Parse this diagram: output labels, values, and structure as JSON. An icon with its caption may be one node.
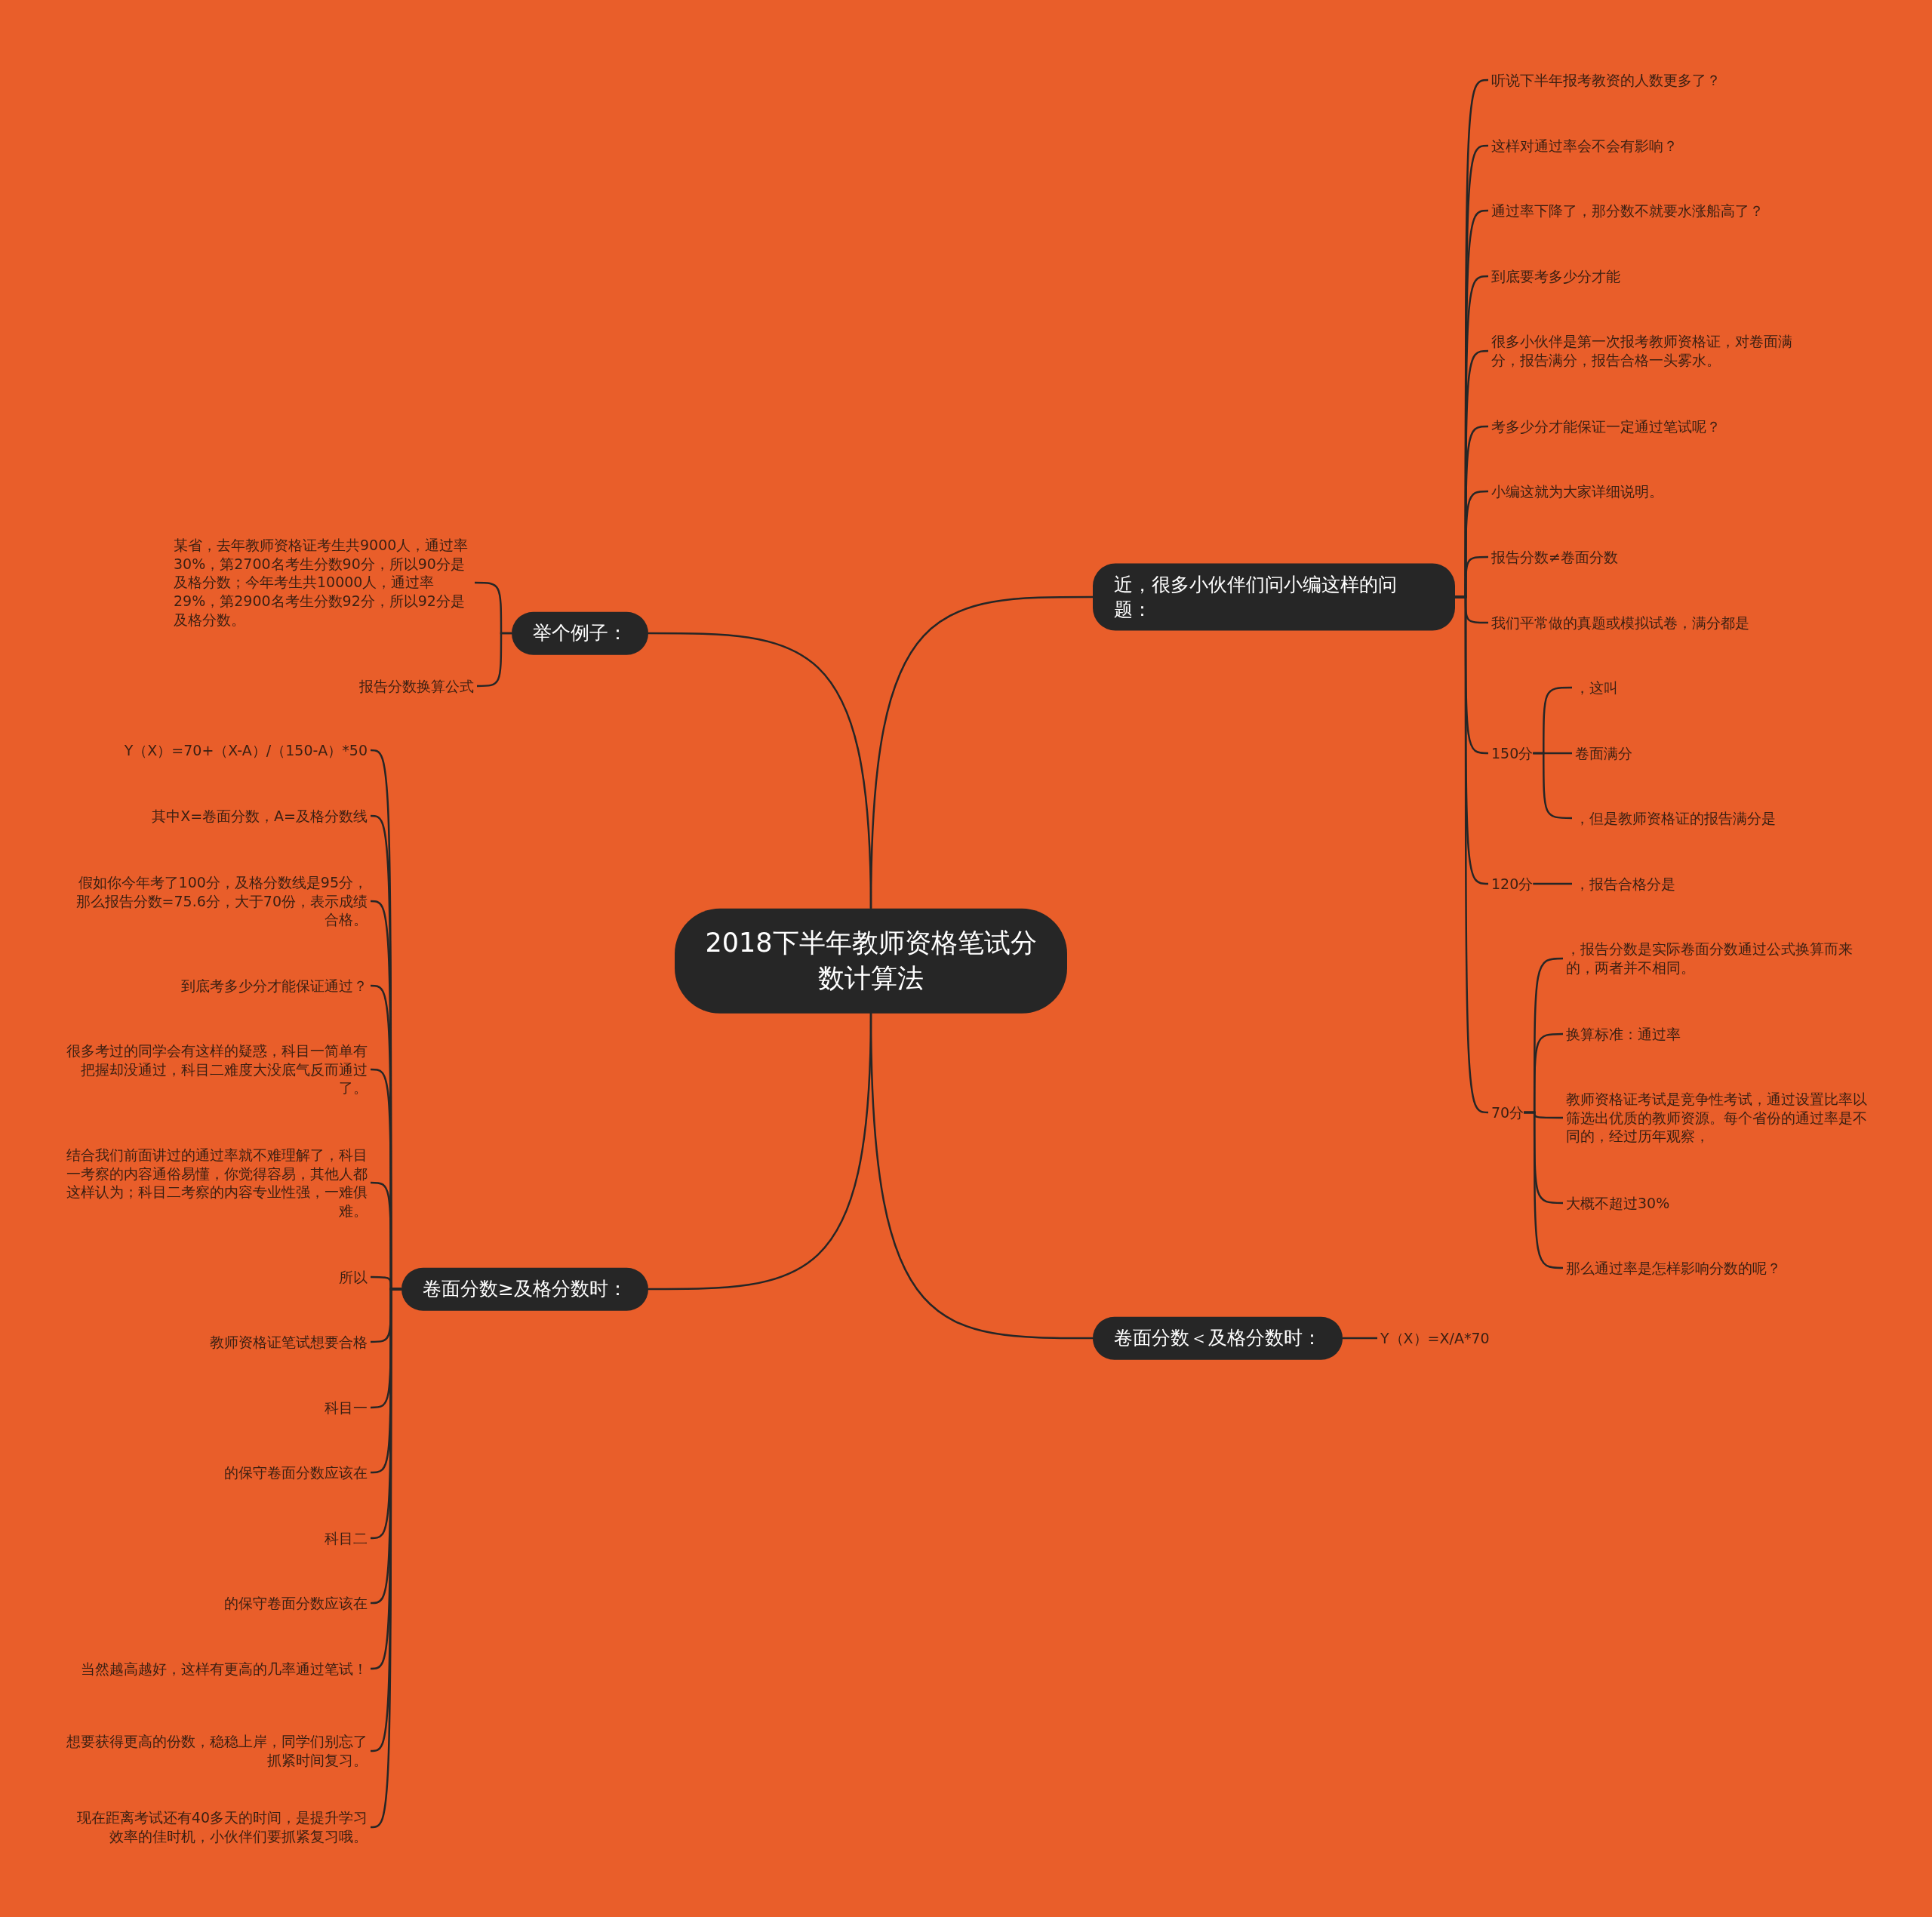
{
  "diagram": {
    "nodes": [
      {
        "text": [
          "2018下半年教师资格笔试分数计算法"
        ]
      },
      {
        "text": [
          "近，很多小伙伴们问小编这样的问题："
        ]
      },
      {
        "text": [
          "听说下半年报考教资的人数更多了？"
        ]
      },
      {
        "text": [
          "这样对通过率会不会有影响？"
        ]
      },
      {
        "text": [
          "通过率下降了，那分数不就要水涨船高了？"
        ]
      },
      {
        "text": [
          "到底要考多少分才能"
        ]
      },
      {
        "text": [
          "很多小伙伴是第一次报考教师资格证，对卷面满分，报告满分，报告合格一头雾水。"
        ]
      },
      {
        "text": [
          "考多少分才能保证一定通过笔试呢？"
        ]
      },
      {
        "text": [
          "小编这就为大家详细说明。"
        ]
      },
      {
        "text": [
          "报告分数≠卷面分数"
        ]
      },
      {
        "text": [
          "我们平常做的真题或模拟试卷，满分都是"
        ]
      },
      {
        "text": [
          "150分"
        ]
      },
      {
        "text": [
          "，这叫"
        ]
      },
      {
        "text": [
          "卷面满分"
        ]
      },
      {
        "text": [
          "，但是教师资格证的报告满分是"
        ]
      },
      {
        "text": [
          "120分"
        ]
      },
      {
        "text": [
          "，报告合格分是"
        ]
      },
      {
        "text": [
          "70分"
        ]
      },
      {
        "text": [
          "，报告分数是实际卷面分数通过公式换算而来的，两者并不相同。"
        ]
      },
      {
        "text": [
          "换算标准：通过率"
        ]
      },
      {
        "text": [
          "教师资格证考试是竞争性考试，通过设置比率以筛选出优质的教师资源。每个省份的通过率是不同的，经过历年观察，"
        ]
      },
      {
        "text": [
          "大概不超过30%"
        ]
      },
      {
        "text": [
          "那么通过率是怎样影响分数的呢？"
        ]
      },
      {
        "text": [
          "举个例子："
        ]
      },
      {
        "text": [
          "某省，去年教师资格证考生共9000人，通过率30%，第2700名考生分数90分，所以90分是及格分数；今年考生共10000人，通过率29%，第2900名考生分数92分，所以92分是及格分数。"
        ]
      },
      {
        "text": [
          "报告分数换算公式"
        ]
      },
      {
        "text": [
          "卷面分数≥及格分数时："
        ]
      },
      {
        "text": [
          "Y（X）=70+（X-A）/（150-A）*50"
        ]
      },
      {
        "text": [
          "其中X=卷面分数，A=及格分数线"
        ]
      },
      {
        "text": [
          "假如你今年考了100分，及格分数线是95分，那么报告分数=75.6分，大于70份，表示成绩合格。"
        ]
      },
      {
        "text": [
          "到底考多少分才能保证通过？"
        ]
      },
      {
        "text": [
          "很多考过的同学会有这样的疑惑，科目一简单有把握却没通过，科目二难度大没底气反而通过了。"
        ]
      },
      {
        "text": [
          "结合我们前面讲过的通过率就不难理解了，科目一考察的内容通俗易懂，你觉得容易，其他人都这样认为；科目二考察的内容专业性强，一难俱难。"
        ]
      },
      {
        "text": [
          "所以"
        ]
      },
      {
        "text": [
          "教师资格证笔试想要合格"
        ]
      },
      {
        "text": [
          "科目一"
        ]
      },
      {
        "text": [
          "的保守卷面分数应该在"
        ]
      },
      {
        "text": [
          "科目二"
        ]
      },
      {
        "text": [
          "的保守卷面分数应该在"
        ]
      },
      {
        "text": [
          "当然越高越好，这样有更高的几率通过笔试！"
        ]
      },
      {
        "text": [
          "想要获得更高的份数，稳稳上岸，同学们别忘了抓紧时间复习。"
        ]
      },
      {
        "text": [
          "现在距离考试还有40多天的时间，是提升学习效率的佳时机，小伙伴们要抓紧复习哦。"
        ]
      },
      {
        "text": [
          "卷面分数＜及格分数时："
        ]
      },
      {
        "text": [
          "Y（X）=X/A*70"
        ]
      }
    ],
    "edges": [
      {
        "from": 0,
        "to": 1,
        "arrow": "none"
      },
      {
        "from": 1,
        "to": 2,
        "arrow": "none"
      },
      {
        "from": 1,
        "to": 3,
        "arrow": "none"
      },
      {
        "from": 1,
        "to": 4,
        "arrow": "none"
      },
      {
        "from": 1,
        "to": 5,
        "arrow": "none"
      },
      {
        "from": 1,
        "to": 6,
        "arrow": "none"
      },
      {
        "from": 1,
        "to": 7,
        "arrow": "none"
      },
      {
        "from": 1,
        "to": 8,
        "arrow": "none"
      },
      {
        "from": 1,
        "to": 9,
        "arrow": "none"
      },
      {
        "from": 1,
        "to": 10,
        "arrow": "none"
      },
      {
        "from": 1,
        "to": 11,
        "arrow": "none"
      },
      {
        "from": 11,
        "to": 12,
        "arrow": "none"
      },
      {
        "from": 11,
        "to": 13,
        "arrow": "none"
      },
      {
        "from": 11,
        "to": 14,
        "arrow": "none"
      },
      {
        "from": 1,
        "to": 15,
        "arrow": "none"
      },
      {
        "from": 15,
        "to": 16,
        "arrow": "none"
      },
      {
        "from": 1,
        "to": 17,
        "arrow": "none"
      },
      {
        "from": 17,
        "to": 18,
        "arrow": "none"
      },
      {
        "from": 17,
        "to": 19,
        "arrow": "none"
      },
      {
        "from": 17,
        "to": 20,
        "arrow": "none"
      },
      {
        "from": 17,
        "to": 21,
        "arrow": "none"
      },
      {
        "from": 17,
        "to": 22,
        "arrow": "none"
      },
      {
        "from": 0,
        "to": 23,
        "arrow": "none"
      },
      {
        "from": 23,
        "to": 24,
        "arrow": "none"
      },
      {
        "from": 23,
        "to": 25,
        "arrow": "none"
      },
      {
        "from": 0,
        "to": 26,
        "arrow": "none"
      },
      {
        "from": 26,
        "to": 27,
        "arrow": "none"
      },
      {
        "from": 26,
        "to": 28,
        "arrow": "none"
      },
      {
        "from": 26,
        "to": 29,
        "arrow": "none"
      },
      {
        "from": 26,
        "to": 30,
        "arrow": "none"
      },
      {
        "from": 26,
        "to": 31,
        "arrow": "none"
      },
      {
        "from": 26,
        "to": 32,
        "arrow": "none"
      },
      {
        "from": 26,
        "to": 33,
        "arrow": "none"
      },
      {
        "from": 26,
        "to": 34,
        "arrow": "none"
      },
      {
        "from": 26,
        "to": 35,
        "arrow": "none"
      },
      {
        "from": 26,
        "to": 36,
        "arrow": "none"
      },
      {
        "from": 26,
        "to": 37,
        "arrow": "none"
      },
      {
        "from": 26,
        "to": 38,
        "arrow": "none"
      },
      {
        "from": 26,
        "to": 39,
        "arrow": "none"
      },
      {
        "from": 26,
        "to": 40,
        "arrow": "none"
      },
      {
        "from": 26,
        "to": 41,
        "arrow": "none"
      },
      {
        "from": 0,
        "to": 42,
        "arrow": "none"
      },
      {
        "from": 42,
        "to": 43,
        "arrow": "none"
      }
    ]
  }
}
